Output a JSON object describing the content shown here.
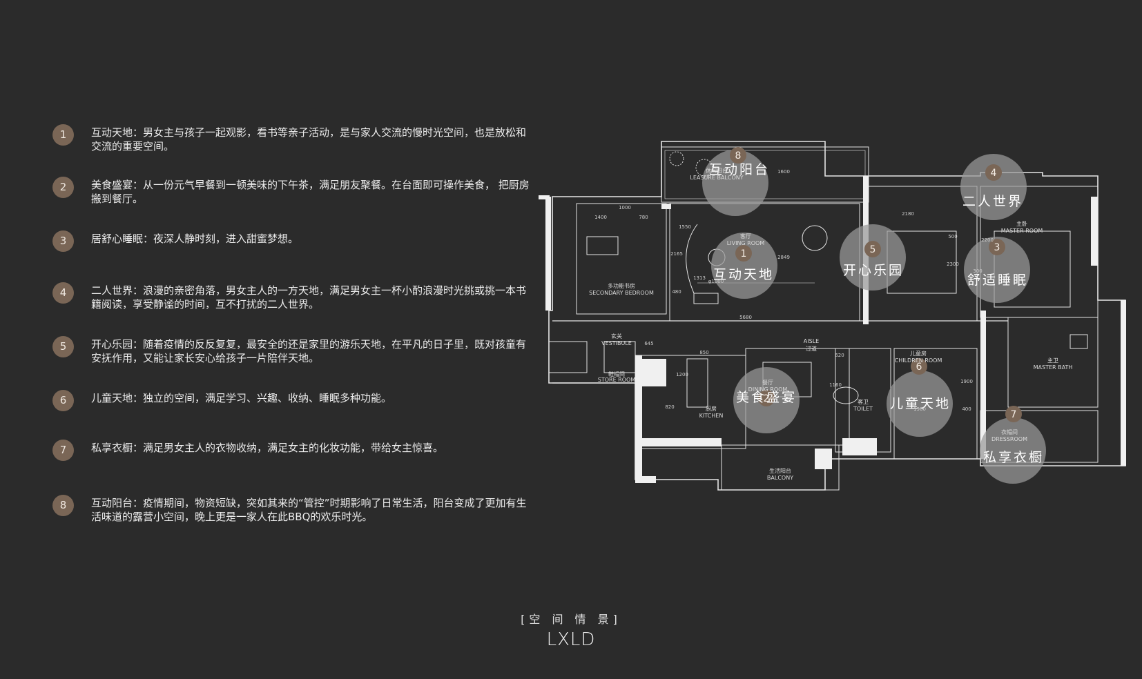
{
  "legend": [
    {
      "num": "1",
      "text": "互动天地：男女主与孩子一起观影，看书等亲子活动，是与家人交流的慢时光空间，也是放松和交流的重要空间。"
    },
    {
      "num": "2",
      "text": "美食盛宴：从一份元气早餐到一顿美味的下午茶，满足朋友聚餐。在台面即可操作美食， 把厨房搬到餐厅。"
    },
    {
      "num": "3",
      "text": "居舒心睡眠：夜深人静时刻，进入甜蜜梦想。"
    },
    {
      "num": "4",
      "text": "二人世界：浪漫的亲密角落，男女主人的一方天地，满足男女主一杯小酌浪漫时光挑或挑一本书籍阅读，享受静谧的时间，互不打扰的二人世界。"
    },
    {
      "num": "5",
      "text": "开心乐园：随着疫情的反反复复，最安全的还是家里的游乐天地，在平凡的日子里，既对孩童有安抚作用，又能让家长安心给孩子一片陪伴天地。"
    },
    {
      "num": "6",
      "text": "儿童天地：独立的空间，满足学习、兴趣、收纳、睡眠多种功能。"
    },
    {
      "num": "7",
      "text": "私享衣橱：满足男女主人的衣物收纳，满足女主的化妆功能，带给女主惊喜。"
    },
    {
      "num": "8",
      "text": "互动阳台：疫情期间，物资短缺，突如其来的“管控”时期影响了日常生活，阳台变成了更加有生活味道的露营小空间，晚上更是一家人在此BBQ的欢乐时光。"
    }
  ],
  "zones": [
    {
      "num": "8",
      "label": "互动阳台"
    },
    {
      "num": "1",
      "label": "互动天地"
    },
    {
      "num": "5",
      "label": "开心乐园"
    },
    {
      "num": "4",
      "label": "二人世界"
    },
    {
      "num": "3",
      "label": "舒适睡眠"
    },
    {
      "num": "2",
      "label": "美食盛宴"
    },
    {
      "num": "6",
      "label": "儿童天地"
    },
    {
      "num": "7",
      "label": "私享衣橱"
    }
  ],
  "rooms": {
    "leisure_balcony": {
      "cn": "休闲阳台",
      "en": "LEASURE BALCONY"
    },
    "living_room": {
      "cn": "客厅",
      "en": "LIVING ROOM"
    },
    "secondary_bedroom": {
      "cn": "多功能书房",
      "en": "SECONDARY BEDROOM"
    },
    "vestibule": {
      "cn": "玄关",
      "en": "VESTIBULE"
    },
    "store_room": {
      "cn": "鞋帽间",
      "en": "STORE ROOM"
    },
    "aisle": {
      "cn": "过道",
      "en": "AISLE"
    },
    "kitchen": {
      "cn": "厨房",
      "en": "KITCHEN"
    },
    "dining_room": {
      "cn": "餐厅",
      "en": "DINING ROOM"
    },
    "balcony": {
      "cn": "生活阳台",
      "en": "BALCONY"
    },
    "toilet": {
      "cn": "客卫",
      "en": "TOILET"
    },
    "master_bath": {
      "cn": "主卫",
      "en": "MASTER BATH"
    },
    "dressroom": {
      "cn": "衣帽间",
      "en": "DRESSROOM"
    },
    "master_room": {
      "cn": "主卧",
      "en": "MASTER ROOM"
    },
    "children_room": {
      "cn": "儿童房",
      "en": "CHILDREN ROOM"
    }
  },
  "dims": [
    "1600",
    "1400",
    "780",
    "1000",
    "1313",
    "2165",
    "2849",
    "5680",
    "645",
    "850",
    "620",
    "1200",
    "820",
    "2180",
    "500",
    "2200",
    "300",
    "2300",
    "1160",
    "1960",
    "400",
    "1900",
    "480",
    "1550",
    "φ1000"
  ],
  "footer": {
    "caption": "[空 间 情 景]",
    "logo": "LXLD"
  },
  "colors": {
    "background": "#2b2b2b",
    "badge": "#7a6656",
    "zone_fill": "#9a9a9a",
    "line": "#e6e6e6"
  }
}
